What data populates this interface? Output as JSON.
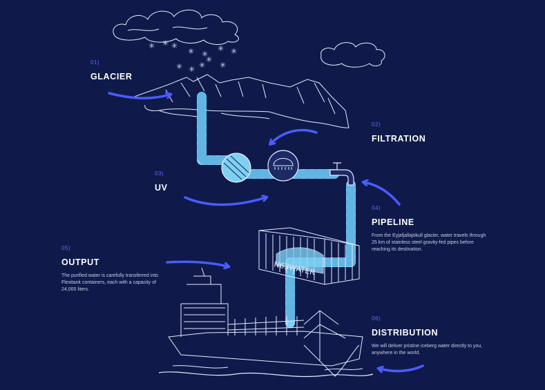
{
  "steps": [
    {
      "num": "01)",
      "title": "GLACIER"
    },
    {
      "num": "02)",
      "title": "FILTRATION"
    },
    {
      "num": "03)",
      "title": "UV"
    },
    {
      "num": "04)",
      "title": "PIPELINE",
      "desc": "From the Eyjafjallajökull glacier, water travels through 25 km of stainless steel gravity-fed pipes before reaching its destination."
    },
    {
      "num": "05)",
      "title": "OUTPUT",
      "desc": "The purified water is carefully transferred into Flexitank containers, each with a capacity of 24,000 liters."
    },
    {
      "num": "06)",
      "title": "DISTRIBUTION",
      "desc": "We will deliver pristine iceberg water directly to you, anywhere in the world."
    }
  ],
  "container_label": "N63WATER",
  "colors": {
    "background": "#0f1a4a",
    "accent": "#4a5cff",
    "water": "#7fd0f2",
    "line": "#e8ecff"
  }
}
